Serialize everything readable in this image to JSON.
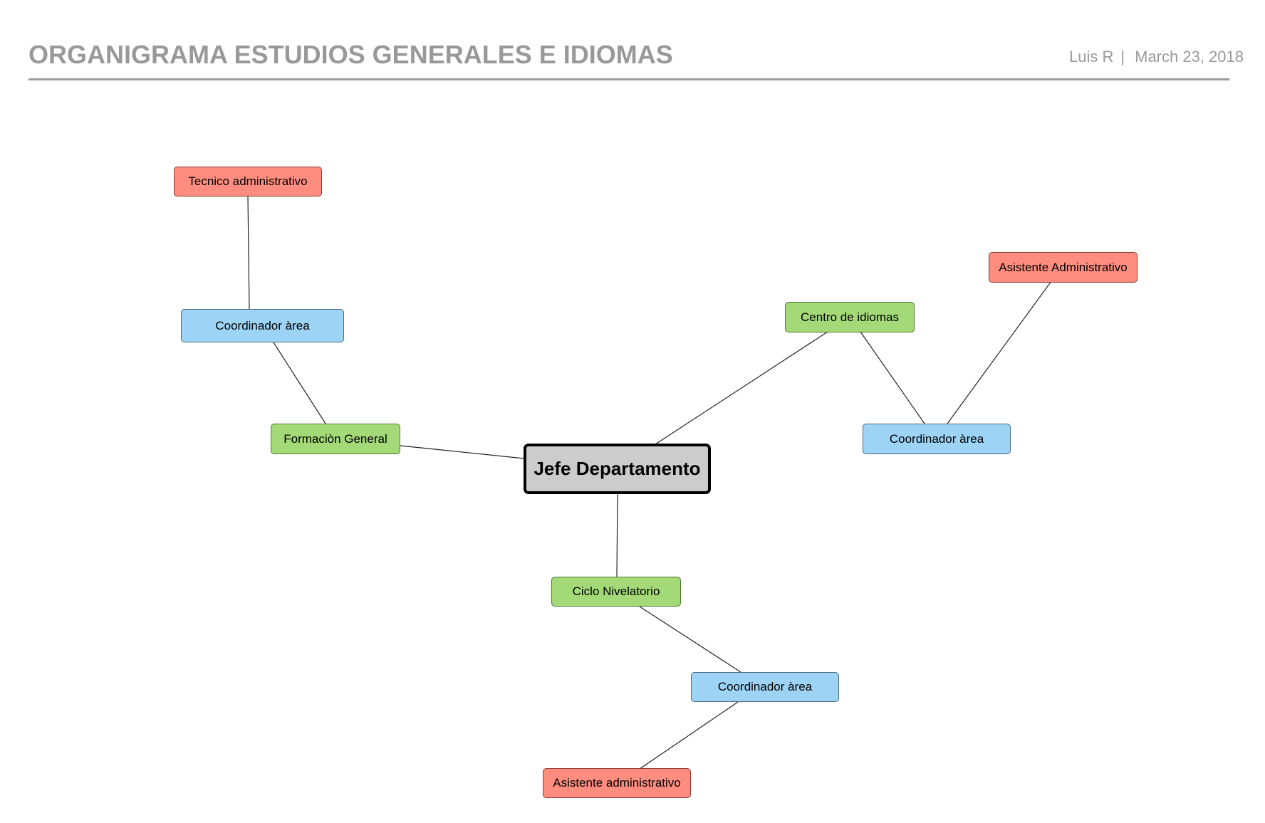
{
  "header": {
    "title": "ORGANIGRAMA ESTUDIOS GENERALES E IDIOMAS",
    "author": "Luis R",
    "separator": "|",
    "date": "March 23, 2018"
  },
  "colors": {
    "root_fill": "#cccccc",
    "level1_fill": "#a3d977",
    "coordinator_fill": "#9dd3f4",
    "assistant_fill": "#fe8d7f"
  },
  "nodes": {
    "root": "Jefe Departamento",
    "formacion_general": "Formaciòn General",
    "coordinador_formacion": "Coordinador àrea",
    "tecnico_administrativo": "Tecnico administrativo",
    "centro_idiomas": "Centro de idiomas",
    "coordinador_idiomas": "Coordinador àrea",
    "asistente_idiomas": "Asistente Administrativo",
    "ciclo_nivelatorio": "Ciclo Nivelatorio",
    "coordinador_ciclo": "Coordinador àrea",
    "asistente_ciclo": "Asistente administrativo"
  },
  "edges": [
    [
      "root",
      "formacion_general"
    ],
    [
      "formacion_general",
      "coordinador_formacion"
    ],
    [
      "coordinador_formacion",
      "tecnico_administrativo"
    ],
    [
      "root",
      "centro_idiomas"
    ],
    [
      "centro_idiomas",
      "coordinador_idiomas"
    ],
    [
      "coordinador_idiomas",
      "asistente_idiomas"
    ],
    [
      "root",
      "ciclo_nivelatorio"
    ],
    [
      "ciclo_nivelatorio",
      "coordinador_ciclo"
    ],
    [
      "coordinador_ciclo",
      "asistente_ciclo"
    ]
  ]
}
